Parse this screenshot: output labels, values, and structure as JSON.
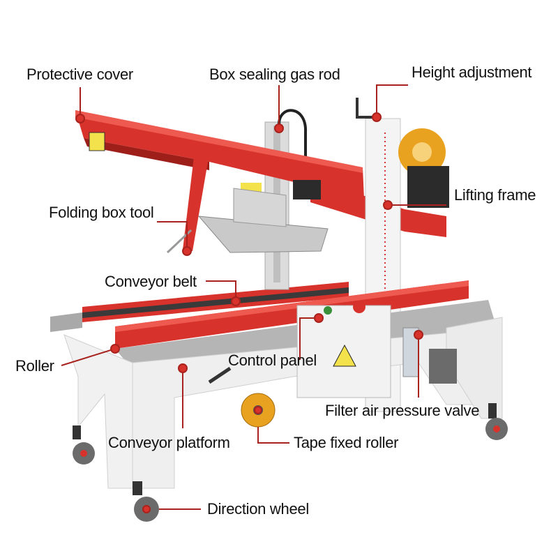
{
  "colors": {
    "frame_red": "#d7322b",
    "frame_red_dark": "#9e1e1a",
    "leader_line": "#a8231e",
    "body_white": "#f1f1f1",
    "steel": "#bdbdbd",
    "tape_amber": "#e9a21f",
    "wheel_grey": "#6b6b6b"
  },
  "labels": {
    "protective_cover": "Protective cover",
    "box_sealing_gas_rod": "Box sealing gas rod",
    "height_adjustment": "Height adjustment",
    "lifting_frame": "Lifting frame",
    "folding_box_tool": "Folding box tool",
    "conveyor_belt": "Conveyor belt",
    "roller": "Roller",
    "control_panel": "Control panel",
    "filter_air_pressure_valve": "Filter air pressure valve",
    "conveyor_platform": "Conveyor platform",
    "tape_fixed_roller": "Tape fixed roller",
    "direction_wheel": "Direction wheel"
  }
}
